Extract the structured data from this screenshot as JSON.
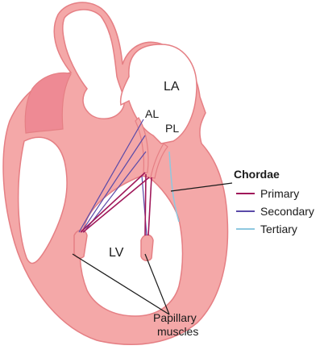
{
  "chambers": {
    "left_atrium": "LA",
    "left_ventricle": "LV"
  },
  "leaflets": {
    "anterior": "AL",
    "posterior": "PL"
  },
  "legend": {
    "title": "Chordae",
    "items": [
      {
        "label": "Primary",
        "color": "#a0185a"
      },
      {
        "label": "Secondary",
        "color": "#5a4aa8"
      },
      {
        "label": "Tertiary",
        "color": "#8ec8e0"
      }
    ]
  },
  "callout": {
    "line1": "Papillary",
    "line2": "muscles"
  },
  "colors": {
    "wall": "#f4a8a8",
    "wall_stroke": "#e57f84",
    "auricle": "#ee8a94"
  }
}
